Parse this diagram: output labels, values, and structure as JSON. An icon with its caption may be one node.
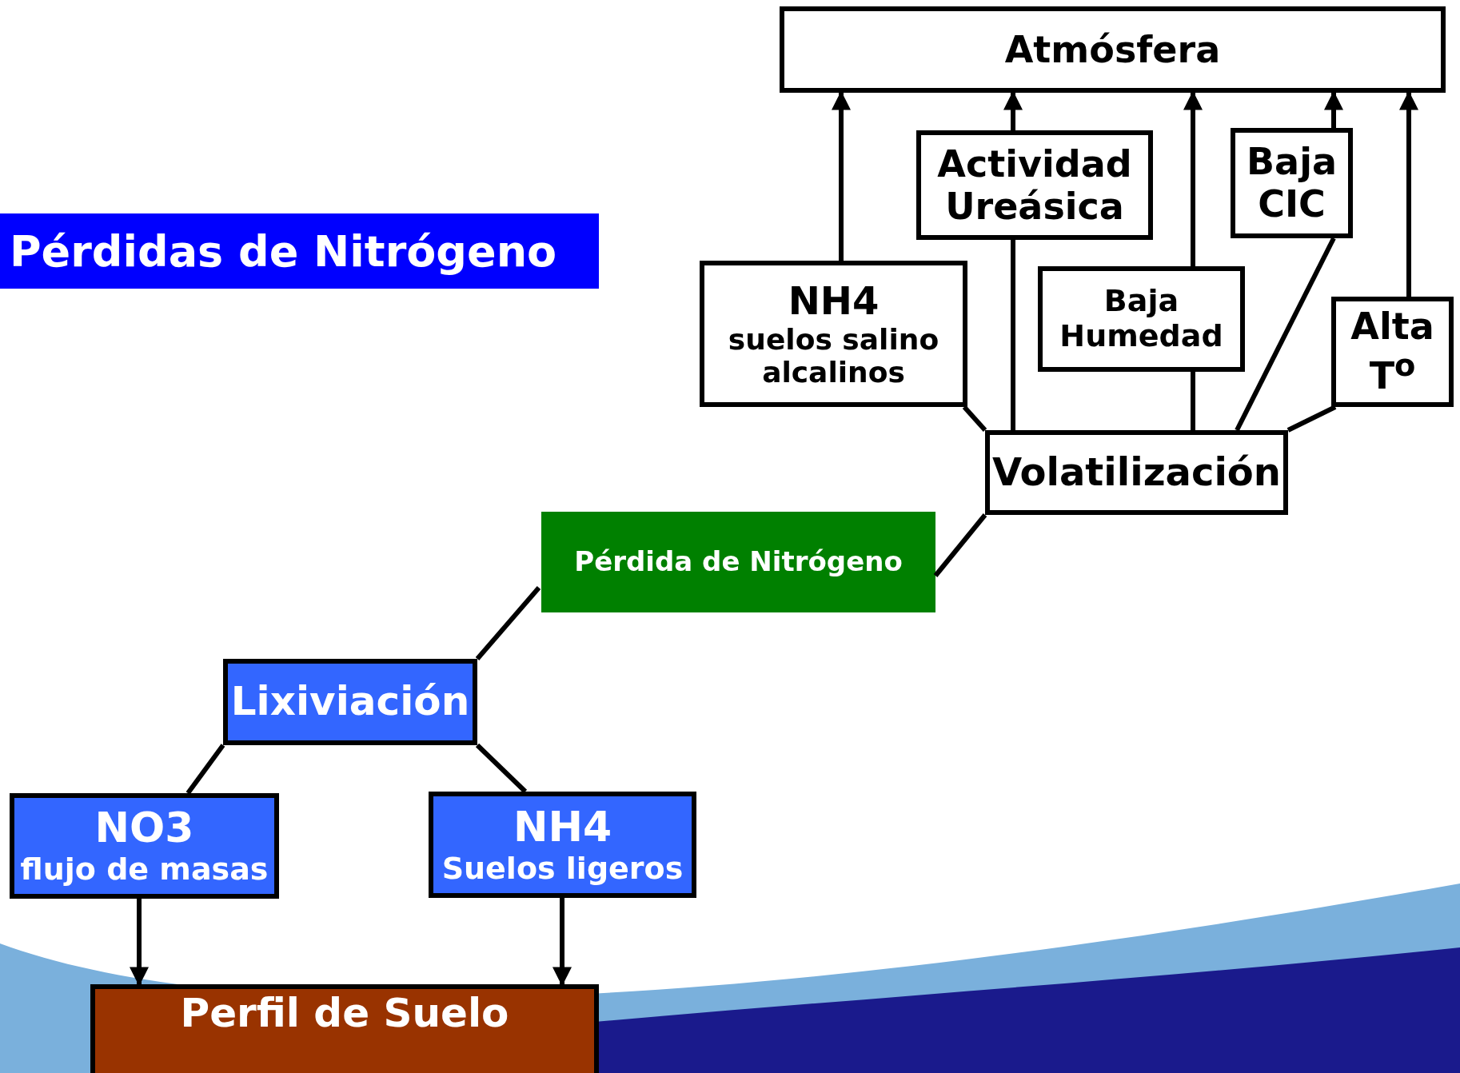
{
  "diagram": {
    "title": "Pérdidas de Nitrógeno",
    "nodes": [
      {
        "text": [
          "Atmósfera"
        ]
      },
      {
        "text": [
          "NH4",
          "suelos salino alcalinos"
        ]
      },
      {
        "text": [
          "Actividad Ureásica"
        ]
      },
      {
        "text": [
          "Baja Humedad"
        ]
      },
      {
        "text": [
          "Baja CIC"
        ]
      },
      {
        "text": [
          "Alta T$^{o}$"
        ]
      },
      {
        "text": [
          "Volatilización"
        ]
      },
      {
        "text": [
          "Pérdida de Nitrógeno"
        ]
      },
      {
        "text": [
          "Lixiviación"
        ]
      },
      {
        "text": [
          "NO3",
          "flujo de masas"
        ]
      },
      {
        "text": [
          "NH4",
          "Suelos ligeros"
        ]
      },
      {
        "text": [
          "Perfil de Suelo"
        ]
      }
    ],
    "edges": [
      {
        "from": 1,
        "to": 0,
        "arrow": "to"
      },
      {
        "from": 6,
        "to": 2,
        "arrow": "none"
      },
      {
        "from": 2,
        "to": 0,
        "arrow": "to"
      },
      {
        "from": 6,
        "to": 3,
        "arrow": "none"
      },
      {
        "from": 3,
        "to": 0,
        "arrow": "to"
      },
      {
        "from": 6,
        "to": 4,
        "arrow": "none"
      },
      {
        "from": 4,
        "to": 0,
        "arrow": "to"
      },
      {
        "from": 6,
        "to": 5,
        "arrow": "none"
      },
      {
        "from": 5,
        "to": 0,
        "arrow": "to"
      },
      {
        "from": 6,
        "to": 1,
        "arrow": "none"
      },
      {
        "from": 7,
        "to": 6,
        "arrow": "none"
      },
      {
        "from": 7,
        "to": 8,
        "arrow": "none"
      },
      {
        "from": 8,
        "to": 9,
        "arrow": "none"
      },
      {
        "from": 8,
        "to": 10,
        "arrow": "none"
      },
      {
        "from": 9,
        "to": 11,
        "arrow": "to"
      },
      {
        "from": 10,
        "to": 11,
        "arrow": "to"
      }
    ]
  }
}
